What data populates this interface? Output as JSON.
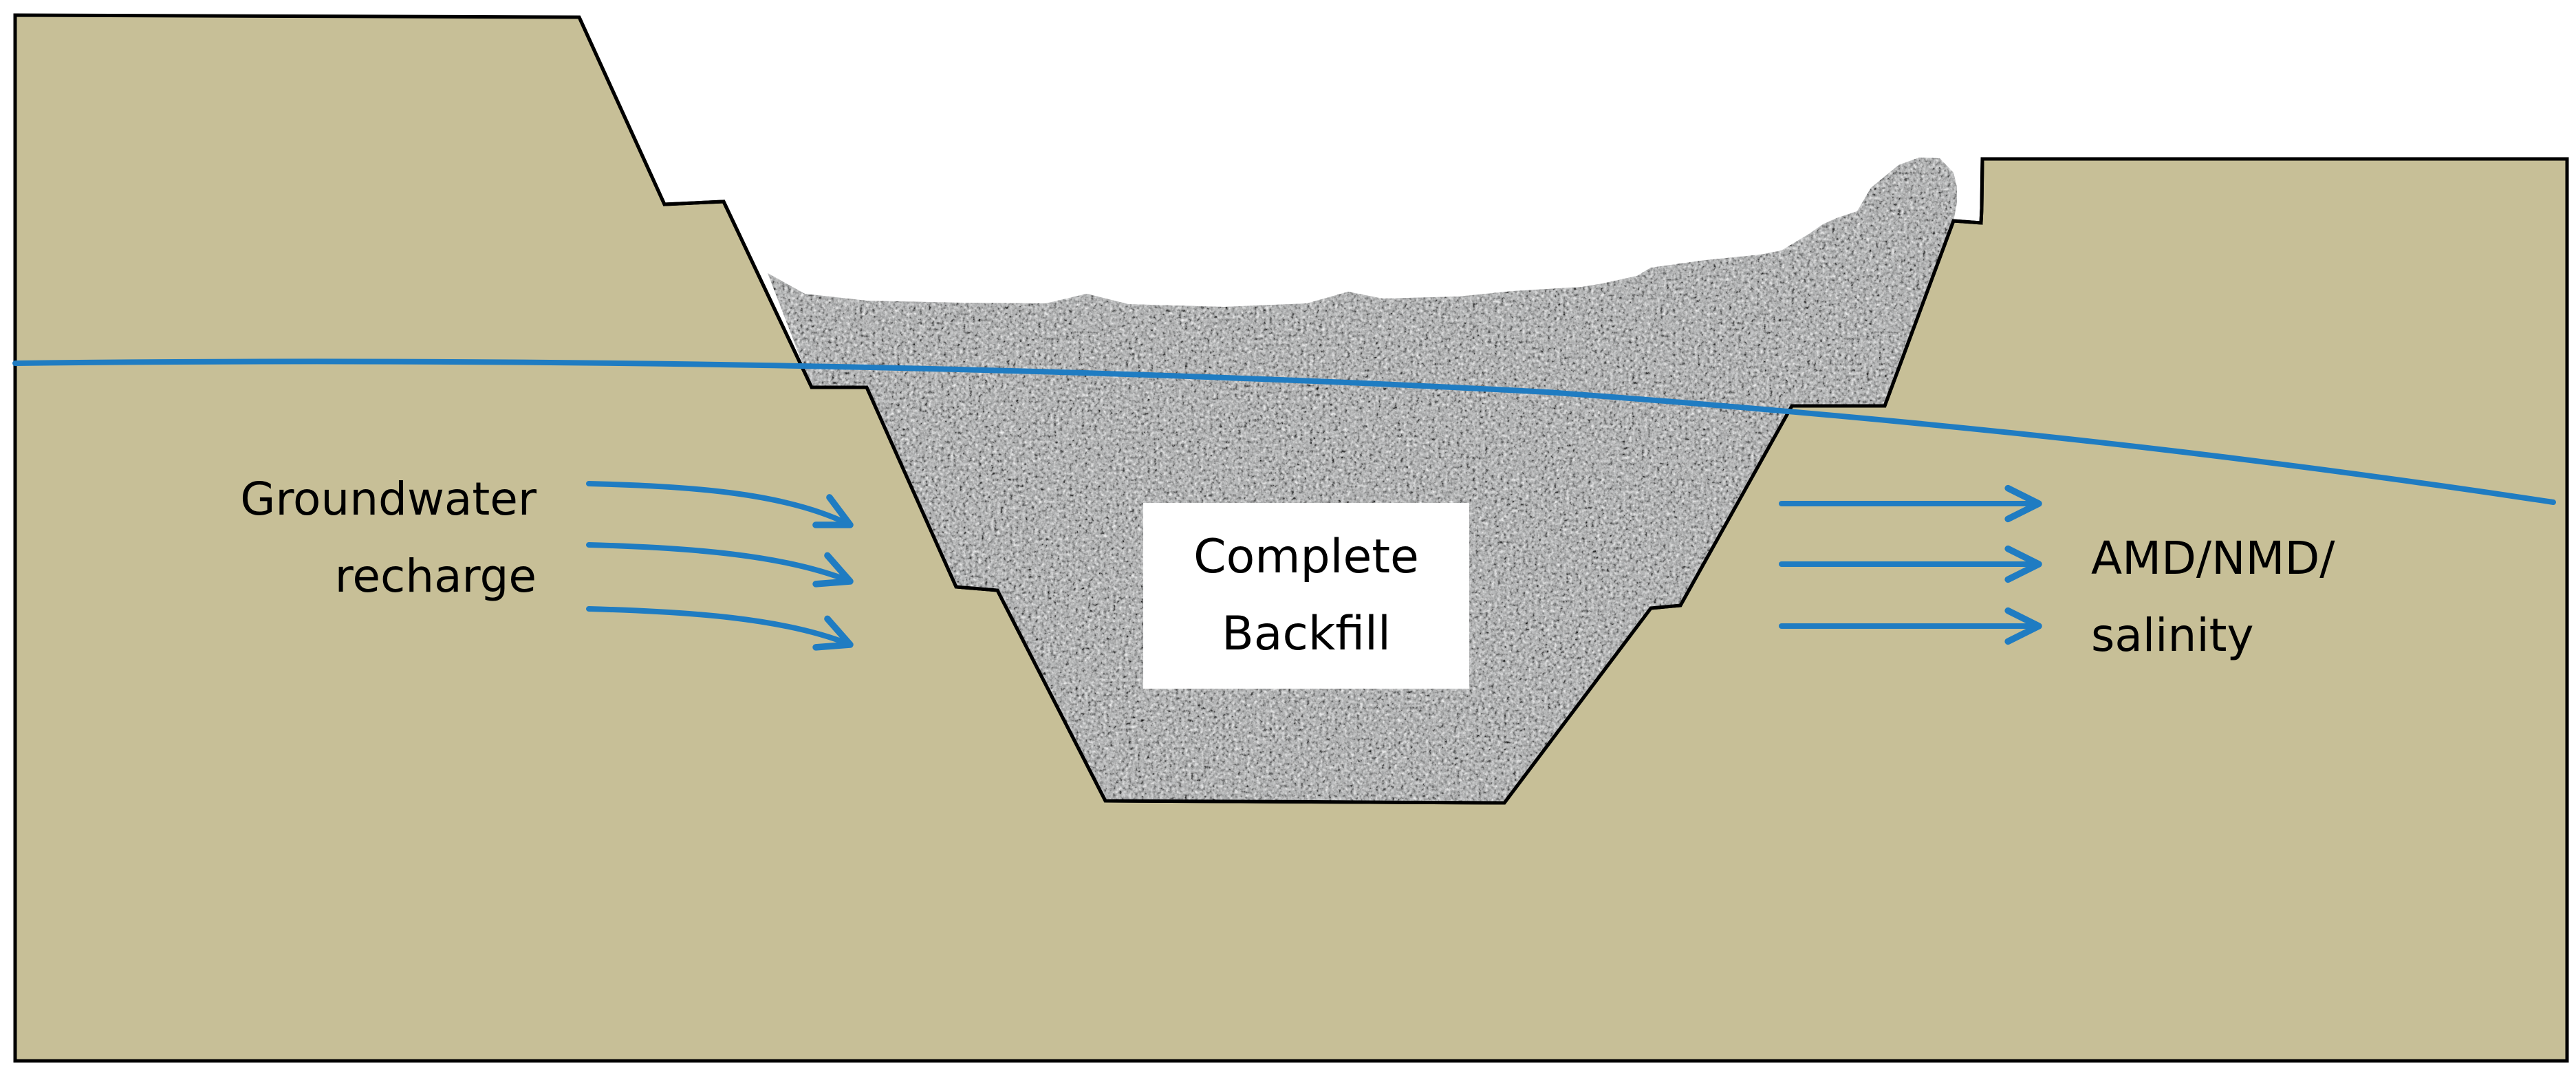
{
  "labels": {
    "groundwater": [
      "Groundwater",
      "recharge"
    ],
    "backfill": [
      "Complete",
      "Backfill"
    ],
    "outflow": [
      "AMD/NMD/",
      "salinity"
    ]
  },
  "colors": {
    "ground": "#c7bf97",
    "outline": "#000000",
    "water": "#1f7cc2",
    "backfill_base": "#a9abac",
    "label_box": "#ffffff"
  }
}
